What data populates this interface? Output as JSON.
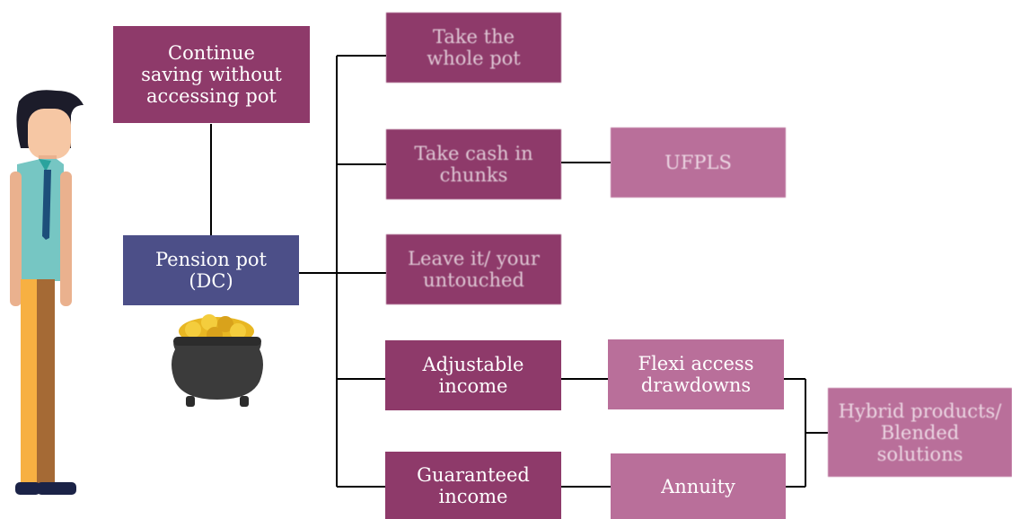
{
  "diagram": {
    "colors": {
      "dark_box": "#8e3a6a",
      "light_box": "#b96f9a",
      "pension_box": "#4c4f88",
      "connector": "#000000"
    },
    "nodes": {
      "continue_saving": "Continue\nsaving without\naccessing pot",
      "pension_pot": "Pension pot\n(DC)",
      "take_whole_pot": "Take the\nwhole pot",
      "take_cash_chunks": "Take cash in\nchunks",
      "ufpls": "UFPLS",
      "leave_untouched": "Leave it/ your\nuntouched",
      "adjustable_income": "Adjustable\nincome",
      "flexi_drawdowns": "Flexi access\ndrawdowns",
      "guaranteed_income": "Guaranteed\nincome",
      "annuity": "Annuity",
      "hybrid": "Hybrid products/\nBlended\nsolutions"
    },
    "icons": [
      "person-illustration",
      "pot-of-gold-icon"
    ]
  }
}
